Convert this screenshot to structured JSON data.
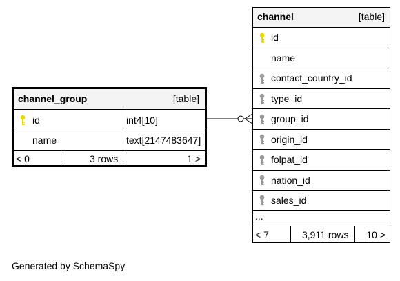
{
  "channel_group": {
    "name": "channel_group",
    "kind": "[table]",
    "columns": [
      {
        "name": "id",
        "type": "int4[10]",
        "key": "primary"
      },
      {
        "name": "name",
        "type": "text[2147483647]",
        "key": "none"
      }
    ],
    "footer": {
      "parents": "< 0",
      "rows": "3 rows",
      "children": "1 >"
    }
  },
  "channel": {
    "name": "channel",
    "kind": "[table]",
    "columns": [
      {
        "name": "id",
        "key": "primary"
      },
      {
        "name": "name",
        "key": "none"
      },
      {
        "name": "contact_country_id",
        "key": "foreign"
      },
      {
        "name": "type_id",
        "key": "foreign"
      },
      {
        "name": "group_id",
        "key": "foreign"
      },
      {
        "name": "origin_id",
        "key": "foreign"
      },
      {
        "name": "folpat_id",
        "key": "foreign"
      },
      {
        "name": "nation_id",
        "key": "foreign"
      },
      {
        "name": "sales_id",
        "key": "foreign"
      }
    ],
    "ellipsis": "...",
    "footer": {
      "parents": "< 7",
      "rows": "3,911 rows",
      "children": "10 >"
    }
  },
  "caption": "Generated by SchemaSpy",
  "colors": {
    "primary_key": "#e8d800",
    "foreign_key": "#9a9a9a",
    "header_bg": "#f4f4f4"
  }
}
